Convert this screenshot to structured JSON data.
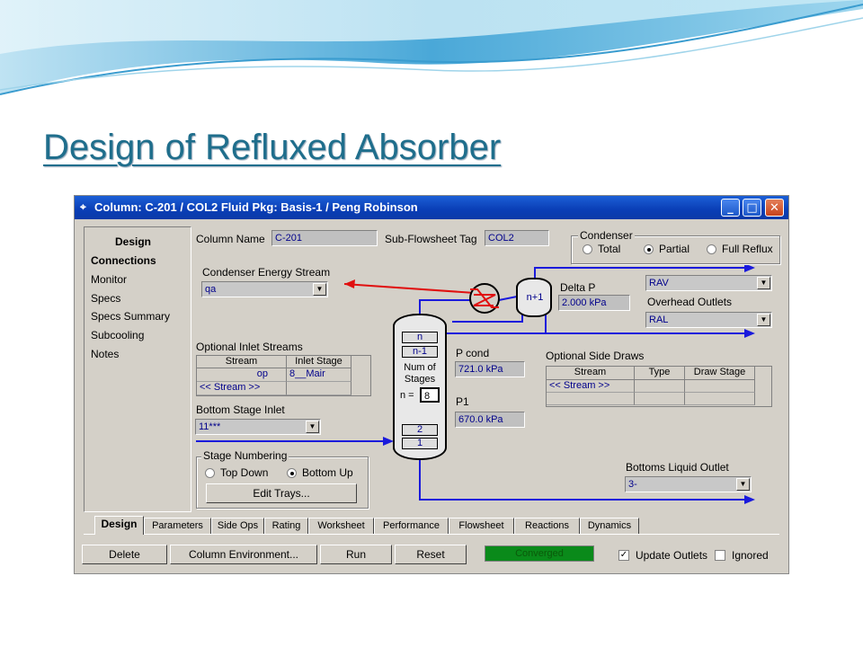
{
  "slide": {
    "title": "Design of Refluxed Absorber"
  },
  "window": {
    "title": "Column: C-201 / COL2  Fluid Pkg: Basis-1 / Peng Robinson",
    "buttons": {
      "minimize": "_",
      "maximize": "□",
      "close": "✕"
    }
  },
  "nav": {
    "header": "Design",
    "items": [
      "Connections",
      "Monitor",
      "Specs",
      "Specs Summary",
      "Subcooling",
      "Notes"
    ]
  },
  "form": {
    "column_name_label": "Column Name",
    "column_name": "C-201",
    "subflowsheet_label": "Sub-Flowsheet Tag",
    "subflowsheet_tag": "COL2",
    "condenser": {
      "label": "Condenser",
      "options": [
        "Total",
        "Partial",
        "Full Reflux"
      ],
      "selected": "Partial"
    },
    "condenser_energy_label": "Condenser Energy Stream",
    "condenser_energy": "qa",
    "delta_p_label": "Delta P",
    "delta_p": "2.000 kPa",
    "vapour_outlet": "RAV",
    "overhead_outlets_label": "Overhead Outlets",
    "liquid_outlet": "RAL",
    "p_cond_label": "P cond",
    "p_cond": "721.0 kPa",
    "p1_label": "P1",
    "p1": "670.0 kPa",
    "optional_inlet_label": "Optional Inlet Streams",
    "inlet_headers": [
      "Stream",
      "Inlet Stage"
    ],
    "inlet_rows": [
      [
        "op",
        "8__Mair"
      ]
    ],
    "inlet_add": "<< Stream >>",
    "bottom_stage_inlet_label": "Bottom Stage Inlet",
    "bottom_stage_inlet": "11***",
    "stage_numbering": {
      "label": "Stage Numbering",
      "options": [
        "Top Down",
        "Bottom Up"
      ],
      "selected": "Bottom Up"
    },
    "edit_trays_label": "Edit Trays...",
    "side_draws_label": "Optional Side Draws",
    "side_draw_headers": [
      "Stream",
      "Type",
      "Draw Stage"
    ],
    "side_draw_add": "<< Stream >>",
    "bottoms_liquid_label": "Bottoms Liquid Outlet",
    "bottoms_liquid": "3-"
  },
  "column_diagram": {
    "top_labels": [
      "n",
      "n-1"
    ],
    "num_stages_label": "Num of Stages",
    "n_eq": "n =",
    "n_value": "8",
    "bottom_labels": [
      "2",
      "1"
    ],
    "condenser_stage": "n+1"
  },
  "tabs": [
    "Design",
    "Parameters",
    "Side Ops",
    "Rating",
    "Worksheet",
    "Performance",
    "Flowsheet",
    "Reactions",
    "Dynamics"
  ],
  "active_tab": "Design",
  "footer": {
    "delete": "Delete",
    "column_environment": "Column Environment...",
    "run": "Run",
    "reset": "Reset",
    "status": "Converged",
    "update_outlets": "Update Outlets",
    "update_outlets_checked": true,
    "ignored": "Ignored",
    "ignored_checked": false
  },
  "colors": {
    "status_ok": "#0a8a1a",
    "stream_material": "#1a1adc",
    "stream_energy": "#e01010",
    "title_blue": "#0a3eb6"
  }
}
